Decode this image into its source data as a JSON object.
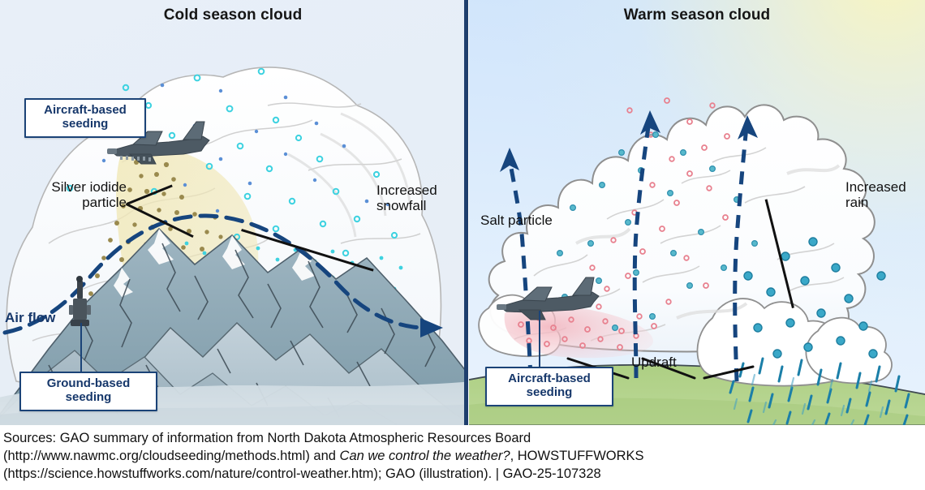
{
  "panels": {
    "cold": {
      "title": "Cold season cloud",
      "callouts": [
        {
          "name": "aircraft-based-seeding",
          "text": "Aircraft-based\nseeding"
        },
        {
          "name": "ground-based-seeding",
          "text": "Ground-based\nseeding"
        }
      ],
      "labels": [
        {
          "name": "silver-iodide-particle",
          "text": "Silver iodide\nparticle"
        },
        {
          "name": "increased-snowfall",
          "text": "Increased\nsnowfall"
        },
        {
          "name": "air-flow",
          "text": "Air flow"
        }
      ]
    },
    "warm": {
      "title": "Warm season cloud",
      "callouts": [
        {
          "name": "aircraft-based-seeding",
          "text": "Aircraft-based\nseeding"
        }
      ],
      "labels": [
        {
          "name": "salt-particle",
          "text": "Salt particle"
        },
        {
          "name": "increased-rain",
          "text": "Increased\nrain"
        },
        {
          "name": "updraft",
          "text": "Updraft"
        }
      ]
    }
  },
  "cold": {
    "title": "Cold season cloud",
    "callout_aircraft": "Aircraft-based\nseeding",
    "callout_ground": "Ground-based\nseeding",
    "label_silver_iodide": "Silver iodide\nparticle",
    "label_increased_snowfall": "Increased\nsnowfall",
    "label_air_flow": "Air flow"
  },
  "warm": {
    "title": "Warm season cloud",
    "callout_aircraft": "Aircraft-based\nseeding",
    "label_salt_particle": "Salt particle",
    "label_increased_rain": "Increased\nrain",
    "label_updraft": "Updraft"
  },
  "sources": {
    "line1": "Sources: GAO summary of information from North Dakota Atmospheric Resources Board",
    "line2_a": "(http://www.nawmc.org/cloudseeding/methods.html) and ",
    "line2_italic": "Can we control the weather?",
    "line2_b": ", HOWSTUFFWORKS",
    "line3": "(https://science.howstuffworks.com/nature/control-weather.htm); GAO (illustration).  |  GAO-25-107328"
  },
  "colors": {
    "divider": "#1f3f6e",
    "callout_border": "#1b4377",
    "callout_text": "#17386b",
    "silver_iodide_plume": "#efe6b4",
    "silver_iodide_particle": "#9a8a4e",
    "salt_plume": "#f2c2c8",
    "salt_particle": "#e8818f",
    "snow_crystal": "#3dd2e0",
    "water_droplet": "#2e9fc0",
    "rain_streak": "#1b7fa8",
    "dashed_arrow": "#16457e",
    "mountain_light": "#b9c8d2",
    "mountain_mid": "#8ea8b4",
    "mountain_dark": "#6d8e9c",
    "ground_green": "#a8ca7e",
    "cloud_white": "#ffffff",
    "cloud_outline": "#9a9a9a"
  }
}
